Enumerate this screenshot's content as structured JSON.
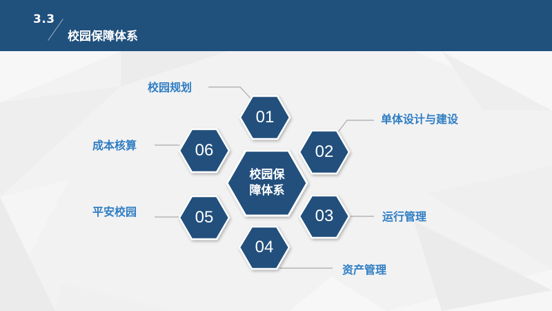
{
  "header": {
    "section_number": "3.3",
    "section_title": "校园保障体系"
  },
  "colors": {
    "header_bg": "#20507c",
    "hex_fill": "#20507c",
    "hex_border": "#ffffff",
    "label_text": "#2f7dc3",
    "connector": "#a9a9a9",
    "background": "#f1f1f2"
  },
  "diagram": {
    "center": {
      "line1": "校园保",
      "line2": "障体系"
    },
    "items": [
      {
        "number": "01",
        "label": "校园规划"
      },
      {
        "number": "02",
        "label": "单体设计与建设"
      },
      {
        "number": "03",
        "label": "运行管理"
      },
      {
        "number": "04",
        "label": "资产管理"
      },
      {
        "number": "05",
        "label": "平安校园"
      },
      {
        "number": "06",
        "label": "成本核算"
      }
    ]
  }
}
